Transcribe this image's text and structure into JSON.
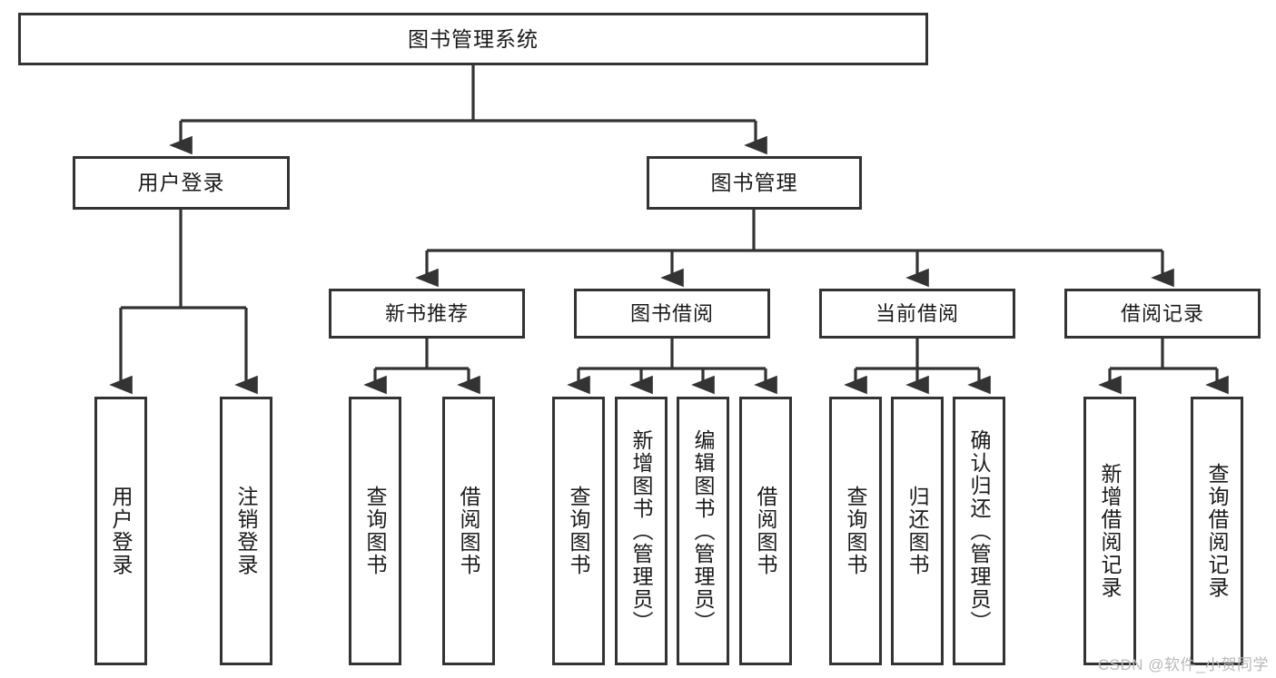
{
  "diagram": {
    "type": "tree-hierarchy-chart",
    "title": "图书管理系统",
    "line_color": "#333333",
    "box_fill": "#ffffff",
    "text_color": "#1a1a1a",
    "root": {
      "id": "root",
      "label": "图书管理系统"
    },
    "level2": [
      {
        "id": "user-login",
        "label": "用户登录"
      },
      {
        "id": "book-management",
        "label": "图书管理"
      }
    ],
    "level3": [
      {
        "id": "new-book-recommend",
        "label": "新书推荐",
        "parent": "book-management"
      },
      {
        "id": "book-borrow",
        "label": "图书借阅",
        "parent": "book-management"
      },
      {
        "id": "current-borrow",
        "label": "当前借阅",
        "parent": "book-management"
      },
      {
        "id": "borrow-record",
        "label": "借阅记录",
        "parent": "book-management"
      }
    ],
    "leaves": {
      "user_login": [
        {
          "id": "leaf-user-login",
          "label": "用户登录"
        },
        {
          "id": "leaf-logout",
          "label": "注销登录"
        }
      ],
      "new_book_recommend": [
        {
          "id": "leaf-query-book-1",
          "label": "查询图书"
        },
        {
          "id": "leaf-borrow-book-1",
          "label": "借阅图书"
        }
      ],
      "book_borrow": [
        {
          "id": "leaf-query-book-2",
          "label": "查询图书"
        },
        {
          "id": "leaf-add-book",
          "label": "新增图书（管理员）"
        },
        {
          "id": "leaf-edit-book",
          "label": "编辑图书（管理员）"
        },
        {
          "id": "leaf-borrow-book-2",
          "label": "借阅图书"
        }
      ],
      "current_borrow": [
        {
          "id": "leaf-query-book-3",
          "label": "查询图书"
        },
        {
          "id": "leaf-return-book",
          "label": "归还图书"
        },
        {
          "id": "leaf-confirm-return",
          "label": "确认归还（管理员）"
        }
      ],
      "borrow_record": [
        {
          "id": "leaf-add-record",
          "label": "新增借阅记录"
        },
        {
          "id": "leaf-query-record",
          "label": "查询借阅记录"
        }
      ]
    }
  },
  "watermark": {
    "text": "CSDN @软件_小贺同学"
  }
}
